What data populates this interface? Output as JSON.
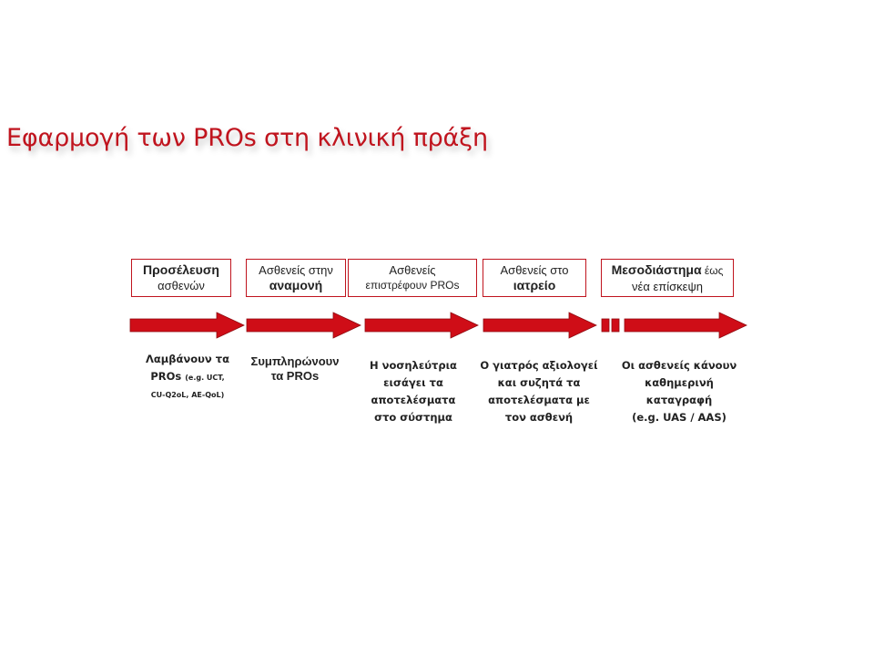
{
  "title": "Εφαρμογή των PROs στη κλινική πράξη",
  "colors": {
    "accent": "#c0141e",
    "arrow_fill": "#cf0d17",
    "arrow_stroke": "#8f0a10"
  },
  "steps": [
    {
      "line1": "Προσέλευση",
      "line2": "ασθενών"
    },
    {
      "line1": "Ασθενείς στην",
      "line2": "αναμονή"
    },
    {
      "line1": "Ασθενείς",
      "line2": "επιστρέφουν PROs"
    },
    {
      "line1": "Ασθενείς στο",
      "line2": "ιατρείο"
    },
    {
      "line1_bold": "Μεσοδιάστημα",
      "line1_rest": " έως",
      "line2": "νέα επίσκεψη"
    }
  ],
  "descriptions": [
    {
      "line1": "Λαμβάνουν τα",
      "line2_main": "PROs ",
      "line2_small": "(e.g. UCT,",
      "line3": "CU-Q2oL, AE-QoL)"
    },
    {
      "line1": "Συμπληρώνουν",
      "line2": "τα PROs"
    },
    {
      "line1": "Η νοσηλεύτρια",
      "line2": "εισάγει τα",
      "line3": "αποτελέσματα",
      "line4": "στο σύστημα"
    },
    {
      "line1": "Ο γιατρός αξιολογεί",
      "line2": "και συζητά τα",
      "line3": "αποτελέσματα με",
      "line4": "τον ασθενή"
    },
    {
      "line1": "Οι ασθενείς κάνουν",
      "line2": "καθημερινή",
      "line3": "καταγραφή",
      "line4": "(e.g. UAS / AAS)"
    }
  ]
}
